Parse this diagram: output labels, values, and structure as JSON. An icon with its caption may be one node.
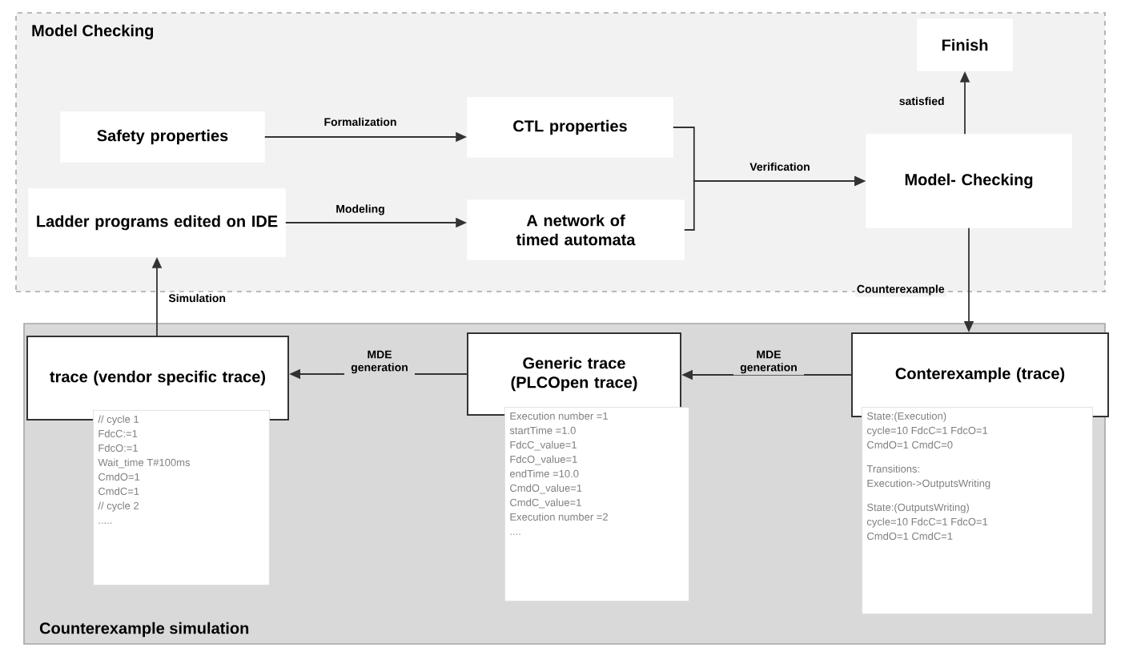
{
  "diagram": {
    "nodes": [
      {
        "text": [
          "Model Checking"
        ]
      },
      {
        "text": [
          "Safety properties"
        ],
        "in": 0
      },
      {
        "text": [
          "CTL properties"
        ],
        "in": 0
      },
      {
        "text": [
          "Ladder programs edited on IDE"
        ],
        "in": 0
      },
      {
        "text": [
          "A network of timed automata"
        ],
        "in": 0
      },
      {
        "text": [
          "Model- Checking"
        ],
        "in": 0
      },
      {
        "text": [
          "Finish"
        ],
        "in": 0
      },
      {
        "text": [
          "Counterexample simulation"
        ]
      },
      {
        "text": [
          "trace (vendor specific trace)"
        ],
        "in": 7
      },
      {
        "text": [
          "// cycle 1",
          "FdcC:=1",
          "FdcO:=1",
          "Wait_time T#100ms",
          "CmdO=1",
          "CmdC=1",
          "// cycle 2",
          "....."
        ],
        "in": 7
      },
      {
        "text": [
          "Generic trace (PLCOpen trace)"
        ],
        "in": 7
      },
      {
        "text": [
          "Execution number =1",
          "startTime =1.0",
          "FdcC_value=1",
          "FdcO_value=1",
          "endTime =10.0",
          "CmdO_value=1",
          "CmdC_value=1",
          "Execution number =2",
          "...."
        ],
        "in": 7
      },
      {
        "text": [
          "Conterexample (trace)"
        ],
        "in": 7
      },
      {
        "text": [
          "State:(Execution)",
          "cycle=10 FdcC=1 FdcO=1",
          "CmdO=1 CmdC=0",
          "Transitions:",
          "Execution->OutputsWriting",
          "State:(OutputsWriting)",
          "cycle=10 FdcC=1 FdcO=1",
          "CmdO=1 CmdC=1"
        ],
        "in": 7
      }
    ],
    "edges": [
      {
        "from": 1,
        "to": 2,
        "arrow": "to",
        "label": "Formalization"
      },
      {
        "from": 3,
        "to": 4,
        "arrow": "to",
        "label": "Modeling"
      },
      {
        "from": 2,
        "to": 5,
        "arrow": "to",
        "label": "Verification"
      },
      {
        "from": 4,
        "to": 5,
        "arrow": "to"
      },
      {
        "from": 5,
        "to": 6,
        "arrow": "to",
        "label": "satisfied"
      },
      {
        "from": 5,
        "to": 12,
        "arrow": "to",
        "label": "Counterexample"
      },
      {
        "from": 12,
        "to": 10,
        "arrow": "to",
        "label": "MDE generation"
      },
      {
        "from": 10,
        "to": 8,
        "arrow": "to",
        "label": "MDE generation"
      },
      {
        "from": 8,
        "to": 3,
        "arrow": "to",
        "label": "Simulation"
      }
    ]
  }
}
